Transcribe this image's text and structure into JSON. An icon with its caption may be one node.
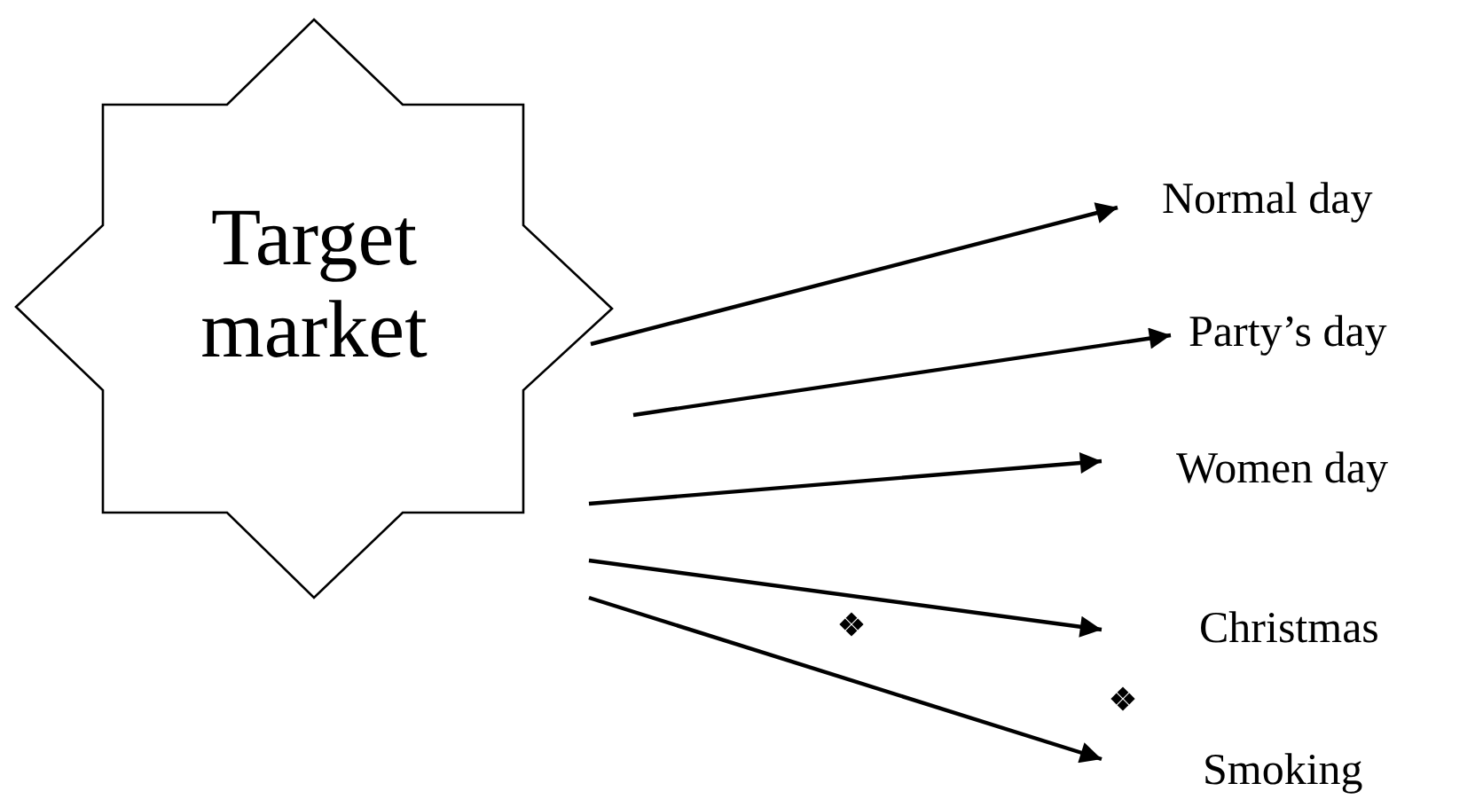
{
  "diagram": {
    "nodes": [
      {
        "text": [
          "Target market"
        ]
      },
      {
        "text": [
          "Normal day"
        ]
      },
      {
        "text": [
          "Party’s day"
        ]
      },
      {
        "text": [
          "Women day"
        ]
      },
      {
        "text": [
          "Christmas"
        ]
      },
      {
        "text": [
          "Smoking"
        ]
      }
    ],
    "edges": [
      {
        "from": 0,
        "to": 1,
        "arrow": "to"
      },
      {
        "from": 0,
        "to": 2,
        "arrow": "to"
      },
      {
        "from": 0,
        "to": 3,
        "arrow": "to"
      },
      {
        "from": 0,
        "to": 4,
        "arrow": "to"
      },
      {
        "from": 0,
        "to": 5,
        "arrow": "to"
      }
    ]
  }
}
